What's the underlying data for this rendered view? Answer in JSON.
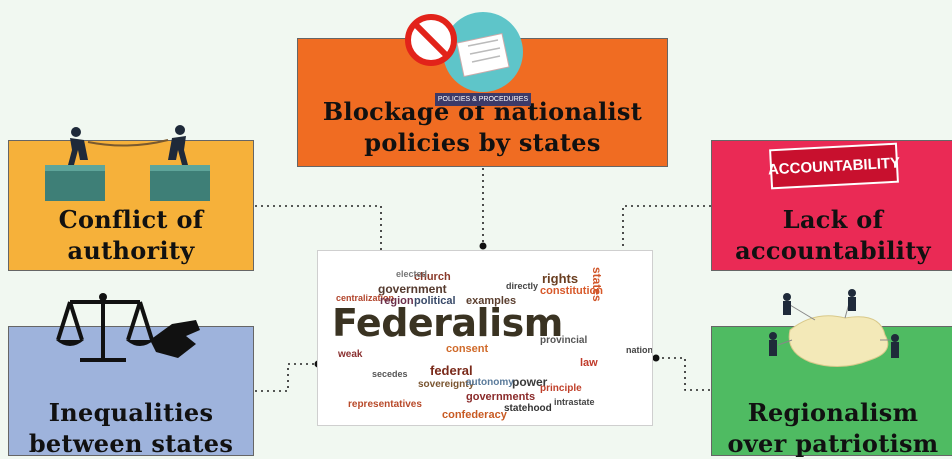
{
  "boxes": {
    "top": {
      "line1": "Blockage of nationalist",
      "line2": "policies by states"
    },
    "left1": {
      "line1": "Conflict of",
      "line2": "authority"
    },
    "right1": {
      "line1": "Lack of",
      "line2": "accountability"
    },
    "left2": {
      "line1": "Inequalities",
      "line2": "between states"
    },
    "right2": {
      "line1": "Regionalism",
      "line2": "over patriotism"
    }
  },
  "images": {
    "policy_tag": "POLICIES & PROCEDURES",
    "stamp": "ACCOUNTABILITY"
  },
  "wordcloud": {
    "main": "Federalism",
    "words": [
      "church",
      "government",
      "centralization",
      "region",
      "political",
      "examples",
      "rights",
      "constitution",
      "directly",
      "federal",
      "consent",
      "provincial",
      "nation",
      "power",
      "governments",
      "principle",
      "statehood",
      "intrastate",
      "representatives",
      "confederacy",
      "secedes",
      "sovereignty",
      "autonomy",
      "states",
      "weak",
      "law",
      "elected"
    ]
  },
  "colors": {
    "top": "#f06c22",
    "left1": "#f6b13a",
    "right1": "#ea2a55",
    "left2": "#9eb3dc",
    "right2": "#4fbb62",
    "background": "#f1f8f1"
  }
}
